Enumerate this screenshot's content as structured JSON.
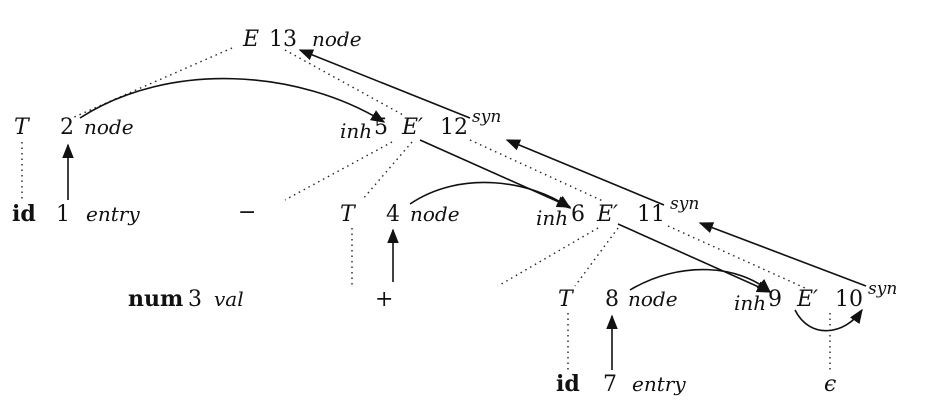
{
  "nodes": {
    "E13": {
      "symbol": "E",
      "number": "13",
      "attr": "node"
    },
    "T2": {
      "symbol": "T",
      "number": "2",
      "attr": "node"
    },
    "E12": {
      "inh": "inh",
      "inh_number": "5",
      "symbol": "E′",
      "number": "12",
      "attr": "syn"
    },
    "id1": {
      "symbol": "id",
      "number": "1",
      "attr": "entry"
    },
    "minus": {
      "symbol": "−"
    },
    "T4": {
      "symbol": "T",
      "number": "4",
      "attr": "node"
    },
    "E11": {
      "inh": "inh",
      "inh_number": "6",
      "symbol": "E′",
      "number": "11",
      "attr": "syn"
    },
    "num3": {
      "symbol": "num",
      "number": "3",
      "attr": "val"
    },
    "plus": {
      "symbol": "+"
    },
    "T8": {
      "symbol": "T",
      "number": "8",
      "attr": "node"
    },
    "E10": {
      "inh": "inh",
      "inh_number": "9",
      "symbol": "E′",
      "number": "10",
      "attr": "syn"
    },
    "id7": {
      "symbol": "id",
      "number": "7",
      "attr": "entry"
    },
    "eps": {
      "symbol": "ϵ"
    }
  }
}
